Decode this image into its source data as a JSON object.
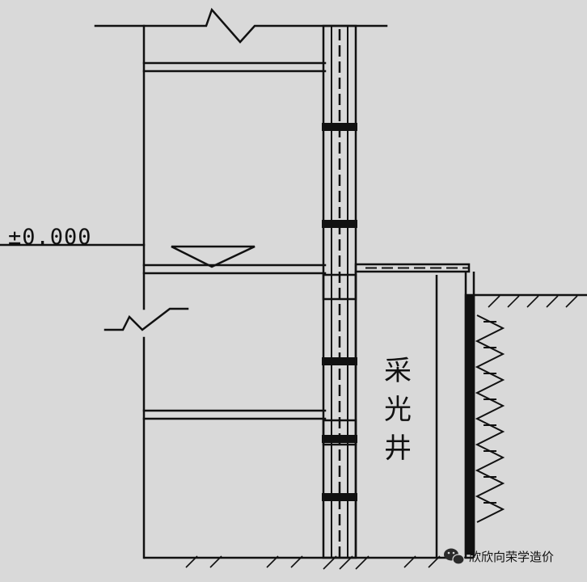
{
  "labels": {
    "elevation": "±0.000",
    "light_well_chars": [
      "采",
      "光",
      "井"
    ]
  },
  "watermark": {
    "text": "欣欣向荣学造价",
    "icon": "wechat-icon"
  },
  "colors": {
    "background": "#d9d9d9",
    "line": "#111111"
  }
}
